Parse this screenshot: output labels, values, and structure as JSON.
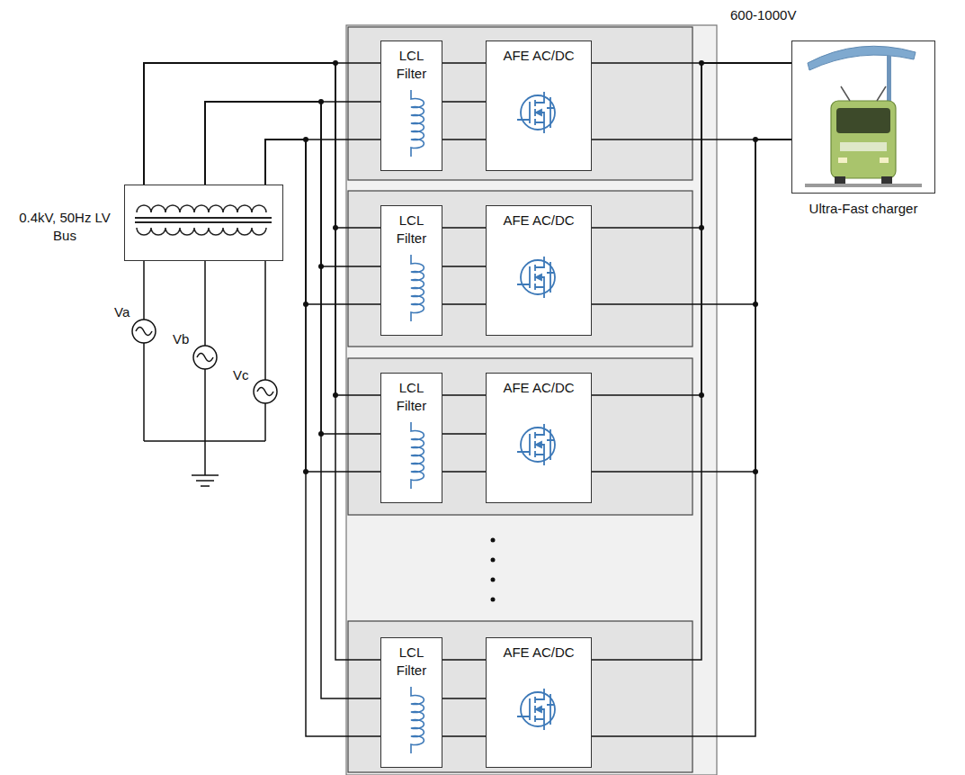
{
  "diagram": {
    "nodes": [
      {
        "text": [
          "0.4kV, 50Hz LV Bus"
        ]
      },
      {
        "text": [
          "LCL Filter"
        ]
      },
      {
        "text": [
          "AFE AC/DC"
        ]
      },
      {
        "text": [
          "LCL Filter"
        ]
      },
      {
        "text": [
          "AFE AC/DC"
        ]
      },
      {
        "text": [
          "LCL Filter"
        ]
      },
      {
        "text": [
          "AFE AC/DC"
        ]
      },
      {
        "text": [
          "LCL Filter"
        ]
      },
      {
        "text": [
          "AFE AC/DC"
        ]
      },
      {
        "text": [
          "Ultra-Fast charger"
        ]
      }
    ],
    "edges": [
      {
        "from": 0,
        "to": 1,
        "arrow": "none"
      },
      {
        "from": 0,
        "to": 3,
        "arrow": "none"
      },
      {
        "from": 0,
        "to": 5,
        "arrow": "none"
      },
      {
        "from": 0,
        "to": 7,
        "arrow": "none"
      },
      {
        "from": 1,
        "to": 2,
        "arrow": "none"
      },
      {
        "from": 3,
        "to": 4,
        "arrow": "none"
      },
      {
        "from": 5,
        "to": 6,
        "arrow": "none"
      },
      {
        "from": 7,
        "to": 8,
        "arrow": "none"
      },
      {
        "from": 2,
        "to": 9,
        "arrow": "none"
      },
      {
        "from": 4,
        "to": 9,
        "arrow": "none"
      },
      {
        "from": 6,
        "to": 9,
        "arrow": "none"
      },
      {
        "from": 8,
        "to": 9,
        "arrow": "none"
      }
    ],
    "labels": [
      "600-1000V",
      "Va",
      "Vb",
      "Vc"
    ]
  }
}
